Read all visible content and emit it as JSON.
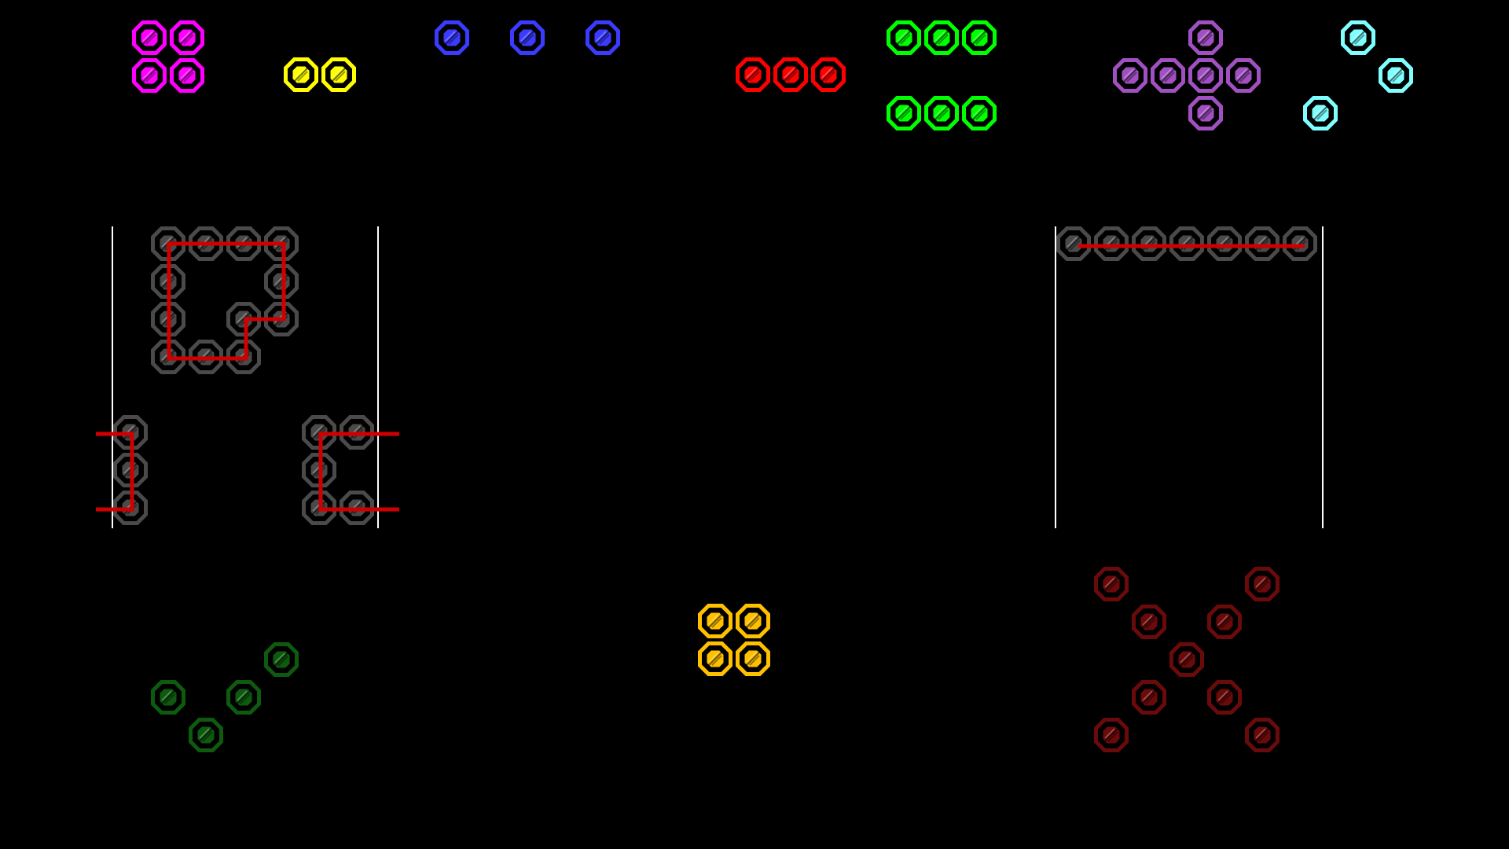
{
  "game": {
    "background": "#000000",
    "cell_icon": "square-gem-icon",
    "palette": {
      "magenta": "#FF00FF",
      "yellow": "#FFFF00",
      "blue": "#3B3BFF",
      "red": "#FF0000",
      "green": "#00FF00",
      "purple": "#A050C0",
      "cyan": "#80FFFF",
      "gray": "#4A4A4A",
      "dark_green": "#0E5A0E",
      "orange": "#FFC000",
      "dark_red": "#6A0A0A",
      "outline": "#D00000",
      "wall": "#FFFFFF"
    },
    "available_pieces": [
      {
        "name": "square-2x2",
        "color": "magenta",
        "cells": [
          [
            0,
            0
          ],
          [
            1,
            0
          ],
          [
            0,
            1
          ],
          [
            1,
            1
          ]
        ]
      },
      {
        "name": "domino",
        "color": "yellow",
        "cells": [
          [
            0,
            0
          ],
          [
            1,
            0
          ]
        ]
      },
      {
        "name": "spaced-dots",
        "color": "blue",
        "cells": [
          [
            0,
            0
          ],
          [
            2,
            0
          ],
          [
            4,
            0
          ]
        ]
      },
      {
        "name": "line-3",
        "color": "red",
        "cells": [
          [
            0,
            0
          ],
          [
            1,
            0
          ],
          [
            2,
            0
          ]
        ]
      },
      {
        "name": "double-line-3",
        "color": "green",
        "cells": [
          [
            0,
            0
          ],
          [
            1,
            0
          ],
          [
            2,
            0
          ],
          [
            0,
            2
          ],
          [
            1,
            2
          ],
          [
            2,
            2
          ]
        ]
      },
      {
        "name": "plus-wide",
        "color": "purple",
        "cells": [
          [
            2,
            0
          ],
          [
            0,
            1
          ],
          [
            1,
            1
          ],
          [
            2,
            1
          ],
          [
            3,
            1
          ],
          [
            2,
            2
          ]
        ]
      },
      {
        "name": "diagonal",
        "color": "cyan",
        "cells": [
          [
            1,
            0
          ],
          [
            2,
            1
          ],
          [
            0,
            2
          ]
        ]
      }
    ],
    "left_board": {
      "wall_color": "wall",
      "slots": [
        {
          "name": "p-shape",
          "cells": [
            [
              1,
              0
            ],
            [
              2,
              0
            ],
            [
              3,
              0
            ],
            [
              4,
              0
            ],
            [
              1,
              1
            ],
            [
              4,
              1
            ],
            [
              1,
              2
            ],
            [
              3,
              2
            ],
            [
              4,
              2
            ],
            [
              1,
              3
            ],
            [
              2,
              3
            ],
            [
              3,
              3
            ]
          ]
        },
        {
          "name": "left-notch",
          "cells": [
            [
              0,
              5
            ],
            [
              0,
              6
            ],
            [
              0,
              7
            ]
          ]
        },
        {
          "name": "right-bracket",
          "cells": [
            [
              5,
              5
            ],
            [
              6,
              5
            ],
            [
              5,
              6
            ],
            [
              5,
              7
            ],
            [
              6,
              7
            ]
          ]
        }
      ]
    },
    "right_board": {
      "wall_color": "wall",
      "slots": [
        {
          "name": "top-line",
          "cells": [
            [
              0,
              0
            ],
            [
              1,
              0
            ],
            [
              2,
              0
            ],
            [
              3,
              0
            ],
            [
              4,
              0
            ],
            [
              5,
              0
            ],
            [
              6,
              0
            ]
          ]
        }
      ]
    },
    "bottom_pieces": [
      {
        "name": "v-shape",
        "color": "dark_green",
        "cells": [
          [
            3,
            0
          ],
          [
            0,
            1
          ],
          [
            2,
            1
          ],
          [
            1,
            2
          ]
        ]
      },
      {
        "name": "current-square",
        "color": "orange",
        "cells": [
          [
            0,
            0
          ],
          [
            1,
            0
          ],
          [
            0,
            1
          ],
          [
            1,
            1
          ]
        ]
      },
      {
        "name": "x-shape",
        "color": "dark_red",
        "cells": [
          [
            0,
            0
          ],
          [
            4,
            0
          ],
          [
            1,
            1
          ],
          [
            3,
            1
          ],
          [
            2,
            2
          ],
          [
            1,
            3
          ],
          [
            3,
            3
          ],
          [
            0,
            4
          ],
          [
            4,
            4
          ]
        ]
      }
    ]
  }
}
